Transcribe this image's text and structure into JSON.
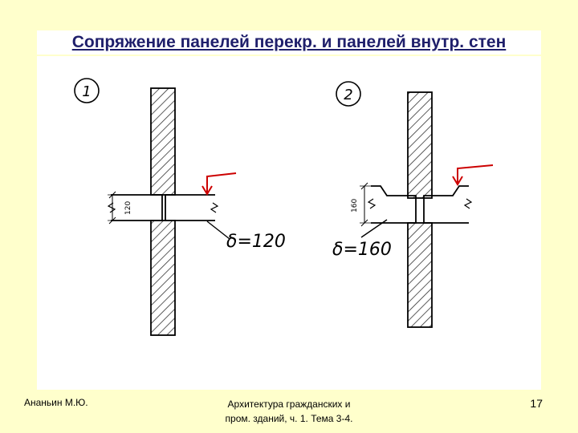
{
  "slide": {
    "title": "Сопряжение панелей перекр. и панелей внутр. стен",
    "page_number": "17"
  },
  "figure1": {
    "number": "1",
    "dimension": "120",
    "formula": "δ=120"
  },
  "figure2": {
    "number": "2",
    "dimension": "160",
    "formula": "δ=160"
  },
  "footer": {
    "author": "Ананьин М.Ю.",
    "course_line1": "Архитектура гражданских и",
    "course_line2": "пром. зданий, ч. 1. Тема 3-4."
  },
  "colors": {
    "slide_bg": "#ffffcc",
    "title_text": "#1f1f6b",
    "arrow": "#cc0000"
  }
}
